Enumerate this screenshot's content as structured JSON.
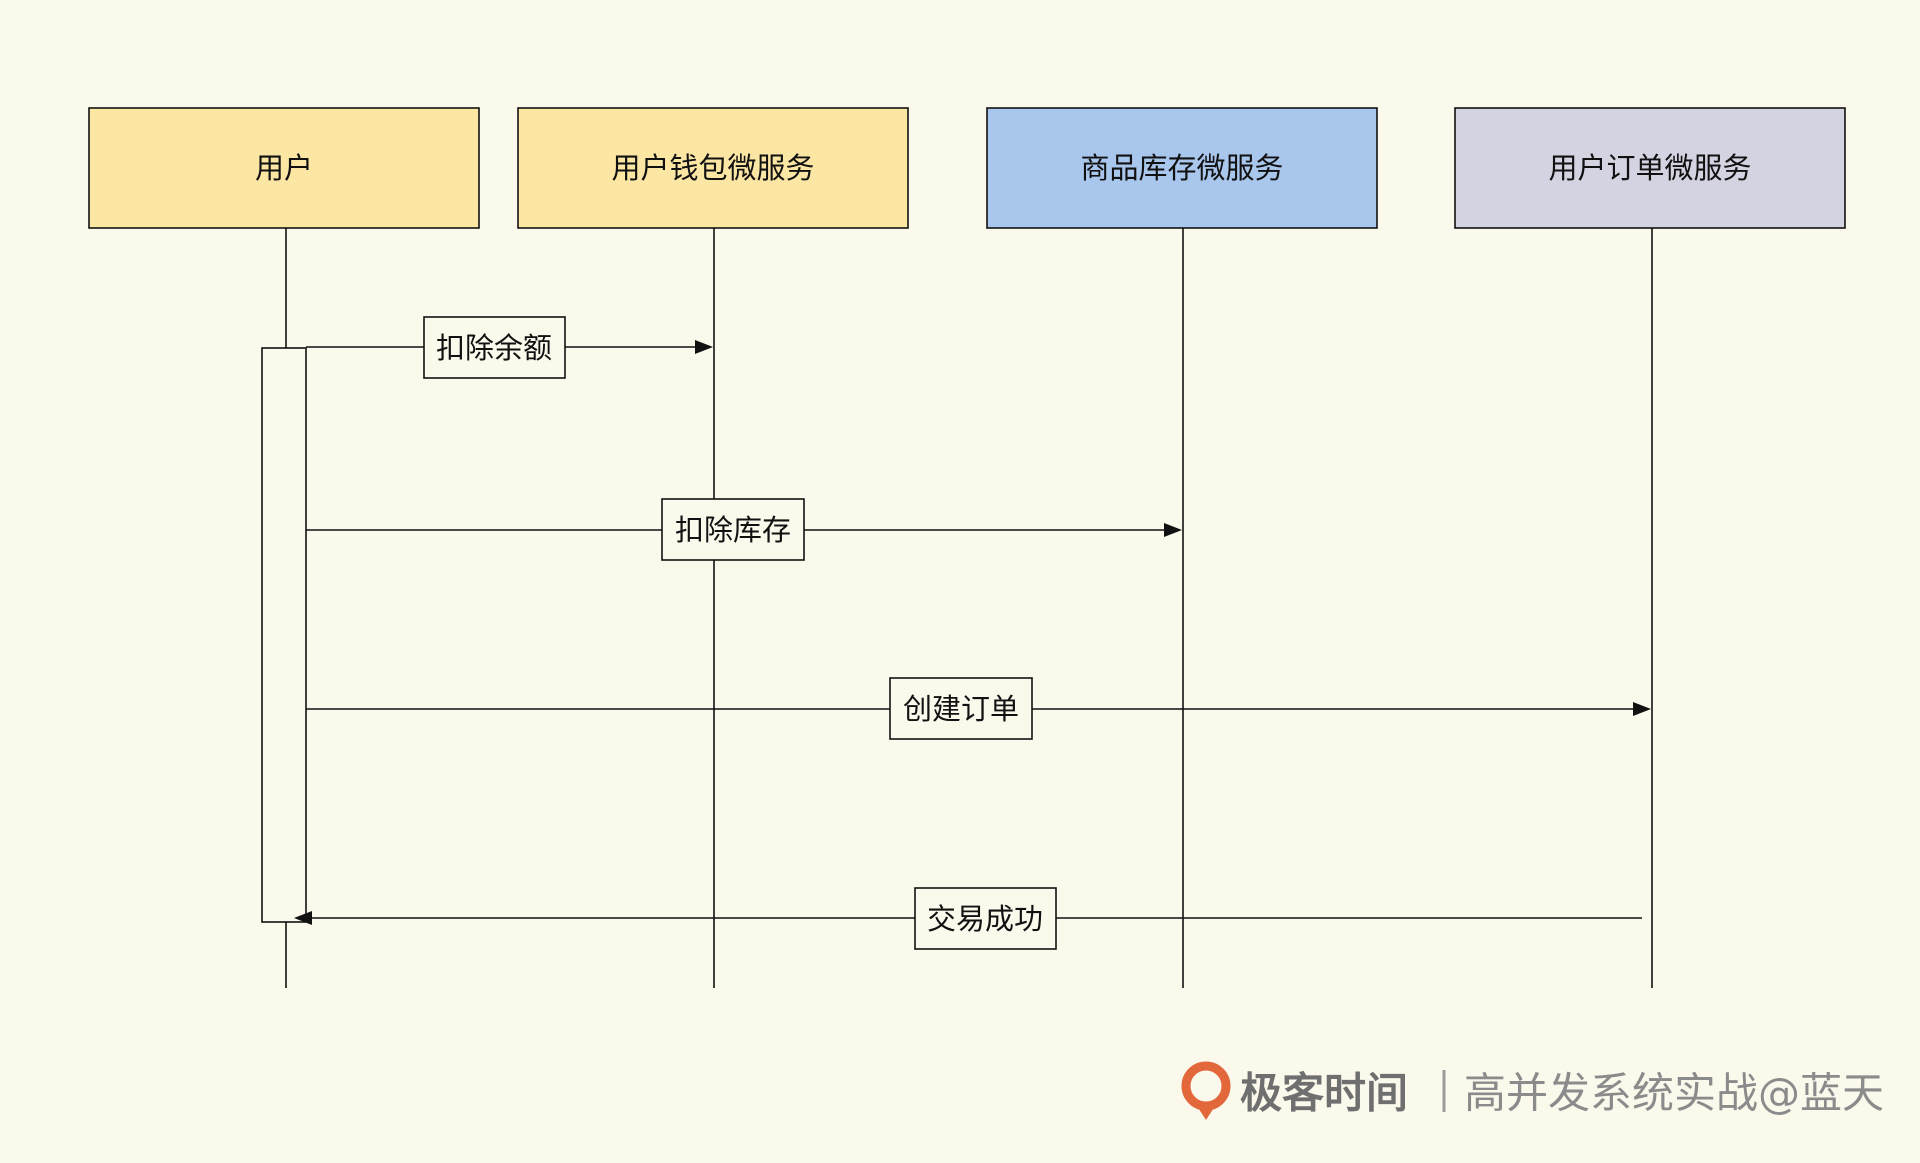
{
  "participants": [
    {
      "id": "user",
      "label": "用户",
      "fill": "#fce6a4"
    },
    {
      "id": "wallet",
      "label": "用户钱包微服务",
      "fill": "#fce6a4"
    },
    {
      "id": "inventory",
      "label": "商品库存微服务",
      "fill": "#a9c6ec"
    },
    {
      "id": "order",
      "label": "用户订单微服务",
      "fill": "#d4d3e1"
    }
  ],
  "messages": [
    {
      "label": "扣除余额",
      "from": "user",
      "to": "wallet"
    },
    {
      "label": "扣除库存",
      "from": "user",
      "to": "inventory"
    },
    {
      "label": "创建订单",
      "from": "user",
      "to": "order"
    },
    {
      "label": "交易成功",
      "from": "order",
      "to": "user"
    }
  ],
  "watermark": {
    "brand": "极客时间",
    "course": "高并发系统实战@蓝天",
    "logo_color": "#e2683c"
  },
  "colors": {
    "background": "#fbf9ec",
    "line": "#111111"
  }
}
